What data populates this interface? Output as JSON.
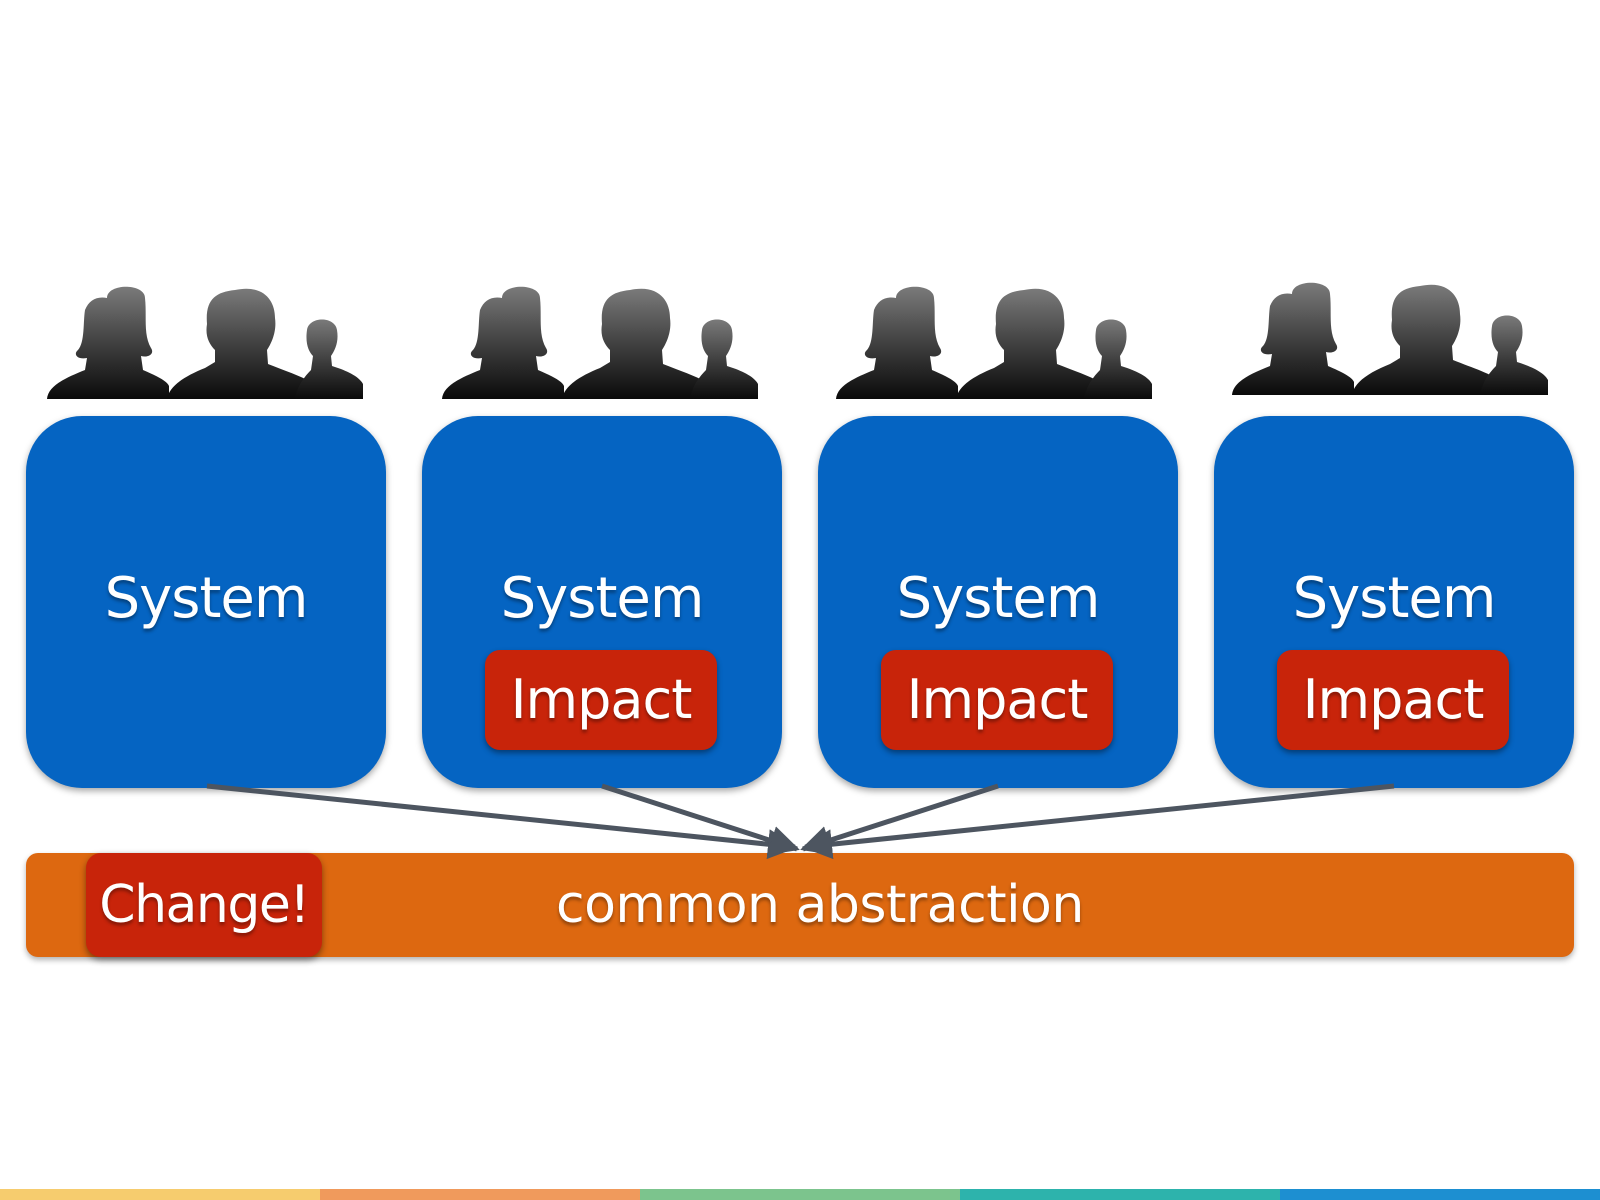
{
  "systems": [
    {
      "label": "System",
      "impact": ""
    },
    {
      "label": "System",
      "impact": "Impact"
    },
    {
      "label": "System",
      "impact": "Impact"
    },
    {
      "label": "System",
      "impact": "Impact"
    }
  ],
  "abstraction": {
    "label": "common abstraction",
    "change_label": "Change!"
  },
  "icons": {
    "people_group": "people-group-icon",
    "arrow": "arrow-icon"
  },
  "colors": {
    "system_box": "#0564c2",
    "impact_badge": "#c8240a",
    "abstraction_bar": "#dd6810",
    "arrow": "#4d5560",
    "footer_stripes": [
      "#f6cc6e",
      "#f09a5c",
      "#7cc48d",
      "#2db3ac",
      "#1d8fd1"
    ]
  }
}
